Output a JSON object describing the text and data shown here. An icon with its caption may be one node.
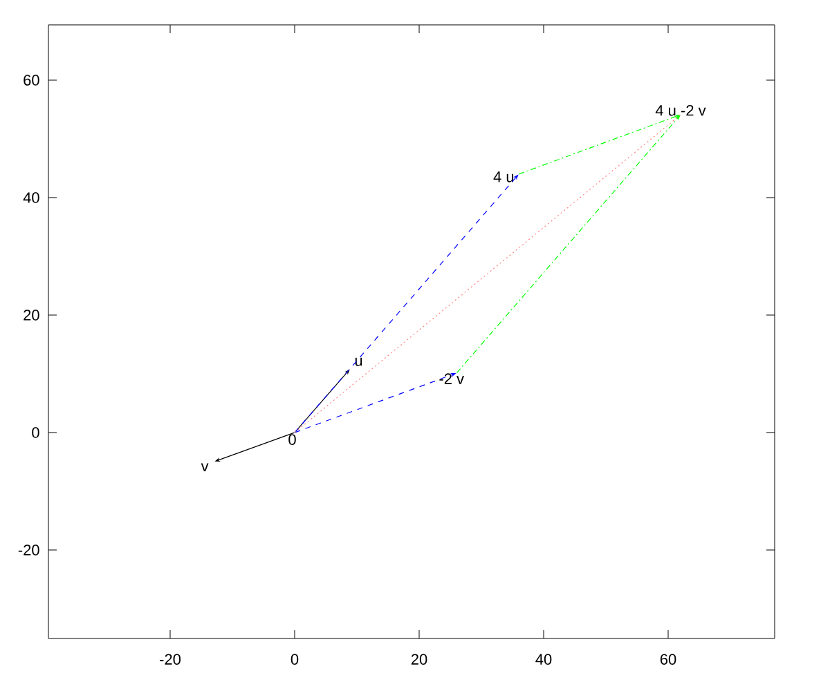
{
  "diagram": {
    "nodes": [
      {
        "text": [
          "0"
        ]
      },
      {
        "text": [
          "u"
        ]
      },
      {
        "text": [
          "v"
        ]
      },
      {
        "text": [
          "4 u"
        ]
      },
      {
        "text": [
          "-2 v"
        ]
      },
      {
        "text": [
          "4 u -2 v"
        ]
      }
    ],
    "edges": [
      {
        "from": 0,
        "to": 1,
        "arrow": "to"
      },
      {
        "from": 0,
        "to": 2,
        "arrow": "to"
      },
      {
        "from": 0,
        "to": 3,
        "arrow": "to",
        "style": "dashed",
        "color": "#0000ff"
      },
      {
        "from": 0,
        "to": 4,
        "arrow": "to",
        "style": "dashed",
        "color": "#0000ff"
      },
      {
        "from": 3,
        "to": 5,
        "arrow": "to",
        "style": "dashed",
        "color": "#00ff00"
      },
      {
        "from": 4,
        "to": 5,
        "arrow": "to",
        "style": "dashed",
        "color": "#00ff00"
      },
      {
        "from": 0,
        "to": 5,
        "arrow": "none",
        "style": "dashed",
        "color": "#ff8080"
      }
    ],
    "labels": [
      "60",
      "40",
      "20",
      "0",
      "-20",
      "-20",
      "0",
      "20",
      "40",
      "60"
    ]
  }
}
